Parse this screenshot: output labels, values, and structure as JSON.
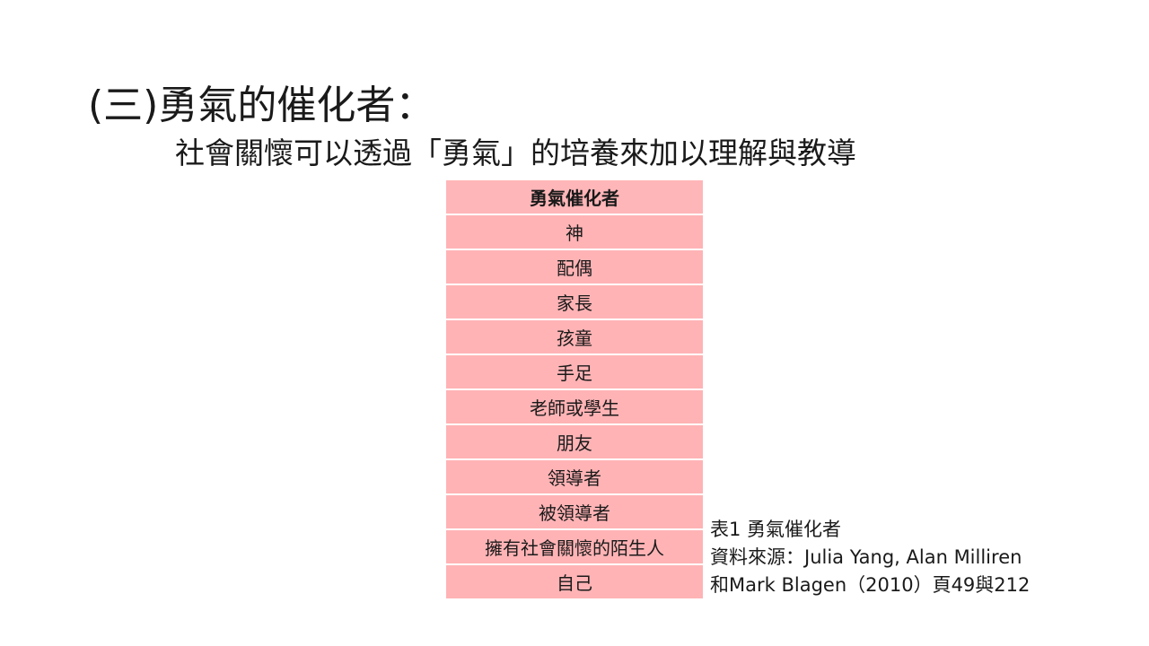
{
  "slide": {
    "title": "(三)勇氣的催化者：",
    "subtitle": "社會關懷可以透過「勇氣」的培養來加以理解與教導"
  },
  "table": {
    "header": "勇氣催化者",
    "rows": [
      "神",
      "配偶",
      "家長",
      "孩童",
      "手足",
      "老師或學生",
      "朋友",
      "領導者",
      "被領導者",
      "擁有社會關懷的陌生人",
      "自己"
    ]
  },
  "caption": {
    "line1": "表1 勇氣催化者",
    "line2": "資料來源：Julia Yang, Alan Milliren",
    "line3": "和Mark Blagen（2010）頁49與212"
  },
  "colors": {
    "table_fill": "#ffb3b5",
    "row_separator": "#ffffff",
    "text": "#1a1a1a"
  }
}
